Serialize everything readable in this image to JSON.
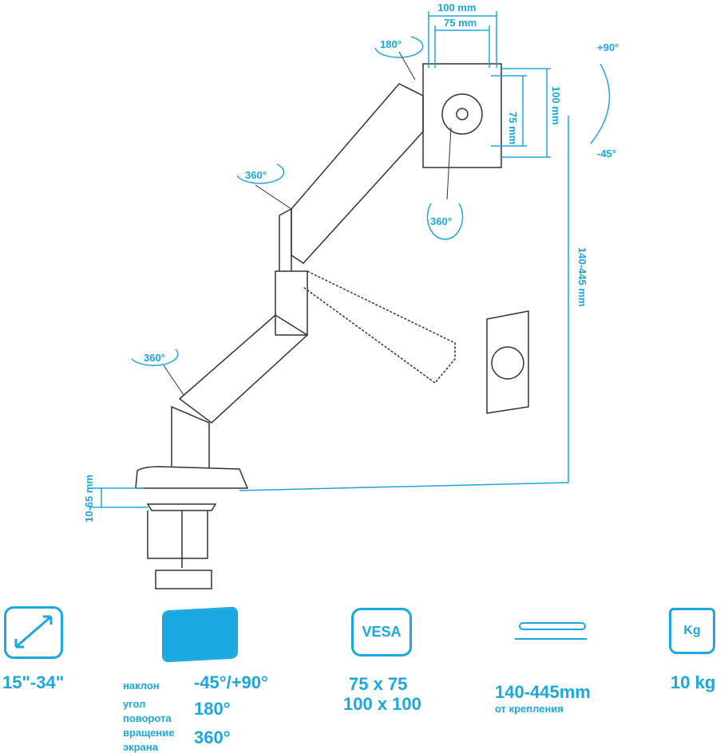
{
  "colors": {
    "accent": "#1ba7e0",
    "line": "#333333"
  },
  "dims": {
    "vesa_outer": "100 mm",
    "vesa_inner": "75 mm",
    "vesa_v_inner": "75 mm",
    "vesa_v_outer": "100 mm",
    "height_range": "140-445 mm",
    "desk_thickness": "10-65 mm"
  },
  "rotations": {
    "top": "180°",
    "mid": "360°",
    "head": "360°",
    "lower": "360°",
    "tilt_up": "+90°",
    "tilt_down": "-45°"
  },
  "specs": {
    "size": {
      "icon": "diagonal-arrow-icon",
      "value": "15\"-34\""
    },
    "rotation": {
      "icon": "monitor-rotation-icon",
      "rows": [
        {
          "label": "наклон",
          "value": "-45°/+90°"
        },
        {
          "label": "угол поворота",
          "value": "180°"
        },
        {
          "label": "вращение экрана",
          "value": "360°"
        }
      ]
    },
    "vesa": {
      "icon_text": "VESA",
      "values": [
        "75 x 75",
        "100 x 100"
      ]
    },
    "height": {
      "icon": "height-icon",
      "value": "140-445mm",
      "caption": "от крепления"
    },
    "weight": {
      "icon_text": "Kg",
      "value": "10 kg"
    }
  }
}
